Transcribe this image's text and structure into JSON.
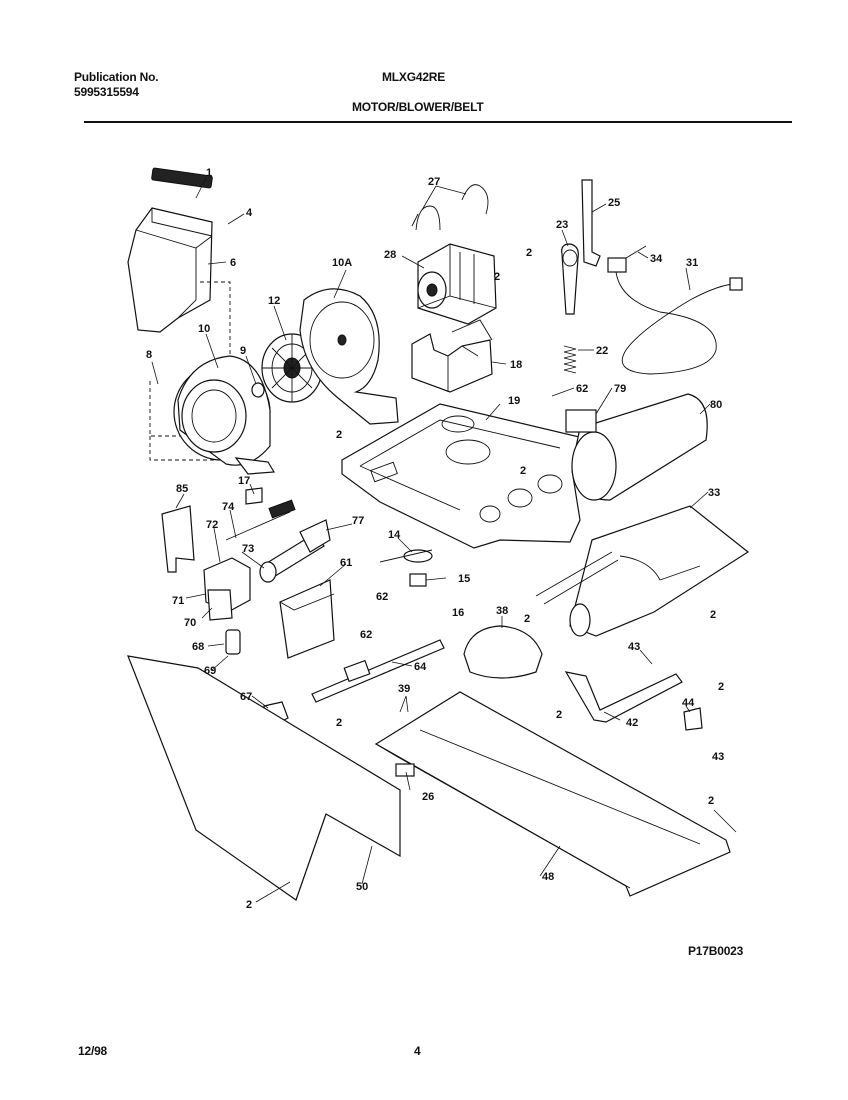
{
  "header": {
    "publication_label": "Publication No.",
    "publication_number": "5995315594",
    "model": "MLXG42RE",
    "section_title": "MOTOR/BLOWER/BELT"
  },
  "diagram": {
    "part_labels": [
      "1",
      "4",
      "6",
      "10",
      "8",
      "9",
      "12",
      "10A",
      "2",
      "27",
      "28",
      "2",
      "2",
      "23",
      "25",
      "34",
      "31",
      "18",
      "22",
      "62",
      "79",
      "80",
      "19",
      "2",
      "17",
      "85",
      "74",
      "72",
      "73",
      "77",
      "14",
      "15",
      "16",
      "61",
      "62",
      "62",
      "71",
      "70",
      "68",
      "69",
      "67",
      "2",
      "64",
      "39",
      "38",
      "2",
      "33",
      "2",
      "43",
      "2",
      "42",
      "44",
      "43",
      "26",
      "2",
      "48",
      "50",
      "2",
      "2"
    ],
    "drawing_code": "P17B0023"
  },
  "footer": {
    "date": "12/98",
    "page_number": "4"
  }
}
